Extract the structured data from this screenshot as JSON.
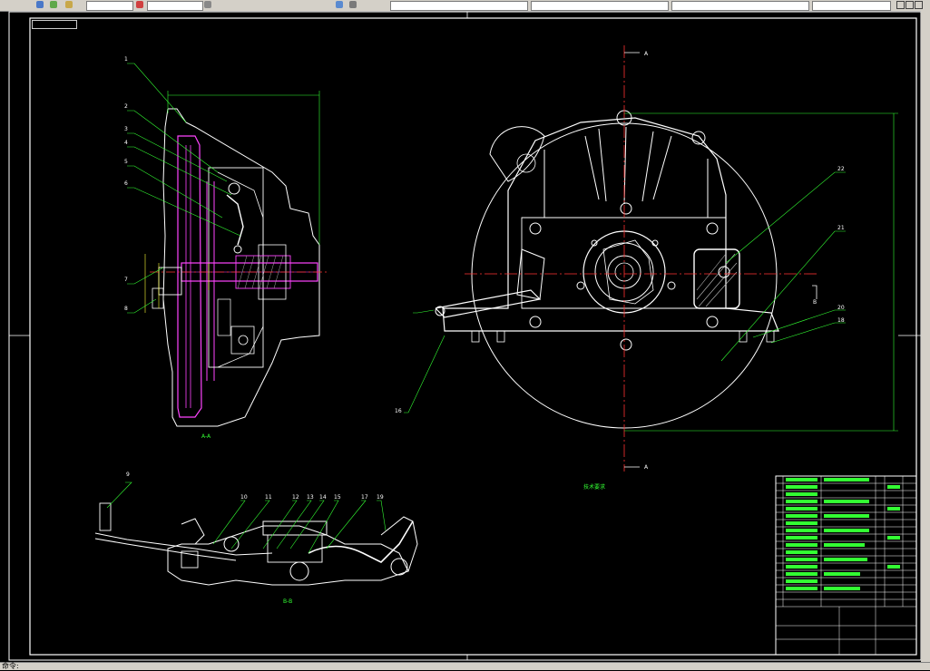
{
  "toolbar": {
    "layer_field_value": "",
    "window_title": "",
    "controls": [
      "minimize",
      "maximize",
      "close"
    ]
  },
  "drawing": {
    "view_tag": "",
    "section_label_a": "A-A",
    "section_label_b": "B-B",
    "scale_mark_a": "A",
    "scale_mark_b": "B",
    "balloons": [
      "1",
      "2",
      "3",
      "4",
      "5",
      "6",
      "7",
      "8",
      "9",
      "10",
      "11",
      "12",
      "13",
      "14",
      "15",
      "16",
      "17",
      "18",
      "19",
      "20",
      "21",
      "22"
    ],
    "notes_title": "技术要求",
    "notes_lines": [
      "",
      "",
      "",
      "",
      "",
      "",
      "",
      "",
      "",
      "",
      "",
      "",
      "",
      "",
      ""
    ],
    "title_block": {
      "school": "",
      "drawing_name": "",
      "drawing_number": "",
      "scale": ""
    }
  },
  "statusbar": {
    "command_prompt": "命令:"
  },
  "colors": {
    "background": "#000000",
    "outline": "#ffffff",
    "centerline": "#ff3333",
    "section_fill": "#ff44ff",
    "dimension": "#33ff33",
    "highlight": "#ffff33"
  }
}
